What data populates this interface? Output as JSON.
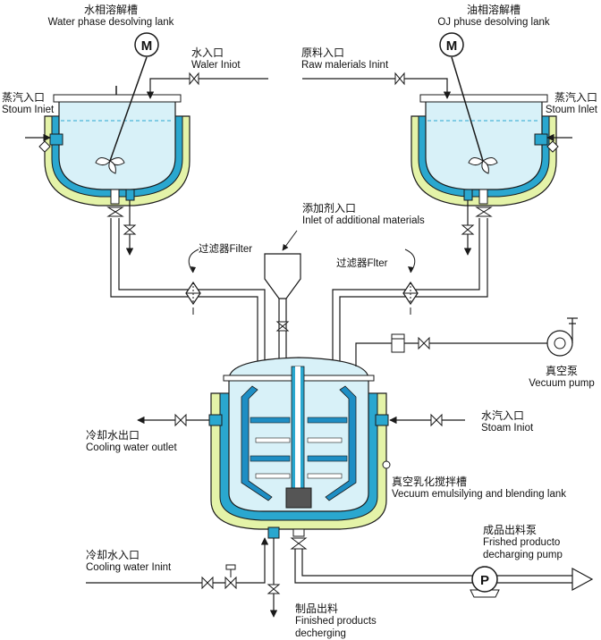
{
  "labels": {
    "water_tank": {
      "cn": "水相溶解槽",
      "en": "Water phase desolving lank"
    },
    "oil_tank": {
      "cn": "油相溶解槽",
      "en": "OJ phuse desolving lank"
    },
    "water_inlet": {
      "cn": "水入口",
      "en": "Waler Iniot"
    },
    "raw_inlet": {
      "cn": "原料入口",
      "en": "Raw malerials Inint"
    },
    "steam_left": {
      "cn": "蒸汽入口",
      "en": "Stoum Iniet"
    },
    "steam_right": {
      "cn": "蒸汽入口",
      "en": "Stoum Inlet"
    },
    "additive": {
      "cn": "添加剂入口",
      "en": "Inlet of additional materials"
    },
    "filter_left": {
      "text": "过滤器Filter"
    },
    "filter_right": {
      "text": "过滤器Flter"
    },
    "vacuum_pump": {
      "cn": "真空泵",
      "en": "Vecuum pump"
    },
    "cooling_outlet": {
      "cn": "冷却水出口",
      "en": "Cooling water outlet"
    },
    "steam_main": {
      "cn": "水汽入口",
      "en": "Stoam Iniot"
    },
    "main_tank": {
      "cn": "真空乳化搅拌槽",
      "en": "Vecuum emulsilying and blending lank"
    },
    "product_pump": {
      "cn": "成品出料泵",
      "en1": "Frished producto",
      "en2": "decharging pump"
    },
    "cooling_inlet": {
      "cn": "冷却水入口",
      "en": "Cooling water Inint"
    },
    "finished": {
      "cn": "制品出料",
      "en1": "Finished products",
      "en2": "decherging"
    }
  },
  "symbols": {
    "motor": "M",
    "pump": "P"
  },
  "colors": {
    "tank_fill": "#d8f1f8",
    "jacket_blue": "#2aa7cf",
    "jacket_green": "#e4f3a8",
    "inner_blue": "#1e8ec4",
    "line": "#1a1a1a"
  }
}
